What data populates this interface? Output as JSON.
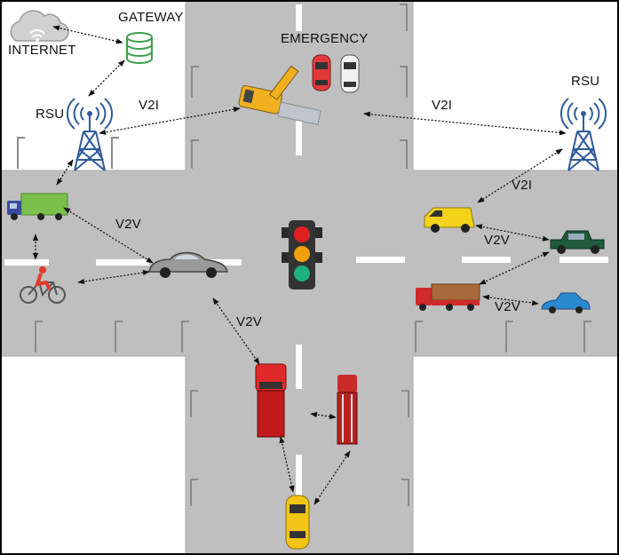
{
  "labels": {
    "internet": "INTERNET",
    "gateway": "GATEWAY",
    "emergency": "EMERGENCY",
    "rsu_left": "RSU",
    "rsu_right": "RSU",
    "v2i_left": "V2I",
    "v2i_right": "V2I",
    "v2i_van": "V2I",
    "v2v_left": "V2V",
    "v2v_center": "V2V",
    "v2v_right_upper": "V2V",
    "v2v_right_lower": "V2V"
  },
  "colors": {
    "road": "#bfbfbf",
    "lane_marking": "#ffffff",
    "frame": "#000000",
    "link": "#111111",
    "rsu_tower": "#2f5b9a",
    "traffic_light_red": "#e02020",
    "traffic_light_amber": "#f0a010",
    "traffic_light_green": "#20b080"
  },
  "icons": [
    "cloud-icon",
    "database-icon",
    "rsu-tower-icon",
    "traffic-light-icon",
    "truck-icon",
    "car-icon",
    "bicycle-icon",
    "tow-truck-icon"
  ]
}
